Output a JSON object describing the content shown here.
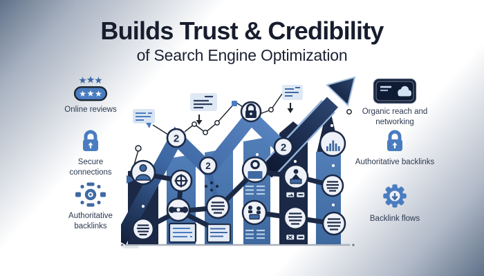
{
  "page": {
    "title": "Builds Trust & Credibility",
    "subtitle": "of Search Engine Optimization"
  },
  "left_items": [
    {
      "label": "Online reviews",
      "icon": "star-rating-icon"
    },
    {
      "label": "Secure connections",
      "icon": "padlock-icon"
    },
    {
      "label": "Authoritative backlinks",
      "icon": "gear-dots-icon"
    }
  ],
  "right_items": [
    {
      "label": "Organic reach and networking",
      "icon": "card-cloud-icon"
    },
    {
      "label": "Authoritative backlinks",
      "icon": "padlock-icon"
    },
    {
      "label": "Backlink flows",
      "icon": "gear-down-arrow-icon"
    }
  ],
  "illustration": {
    "badges": [
      "2",
      "2",
      "2"
    ],
    "theme": "rising bar chart with zigzag growth ribbon, upward arrow and linked icon nodes",
    "colors": {
      "navy": "#1b2946",
      "blue": "#4a75ae",
      "icon_blue": "#4a7cc0",
      "card_light": "#dfe9f5",
      "circle_fill": "#eef1f7",
      "title_text": "#171d2d",
      "label_text": "#2b3850",
      "corner_gray": "#5f7089",
      "background": "#ffffff"
    }
  }
}
